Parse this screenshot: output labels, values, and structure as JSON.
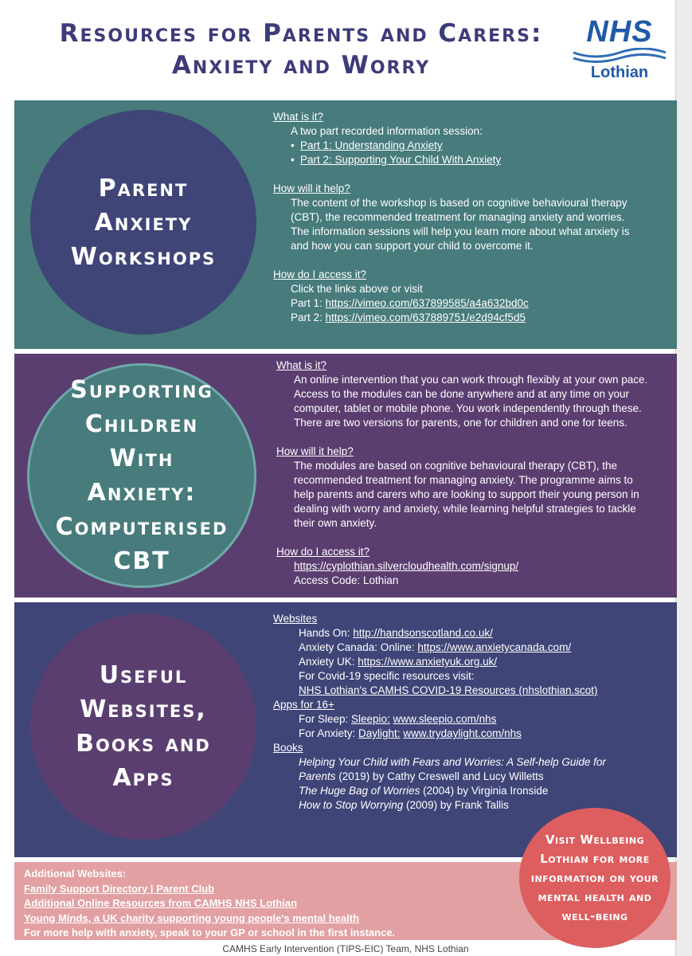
{
  "header": {
    "title_line1": "Resources for Parents and Carers:",
    "title_line2": "Anxiety and Worry",
    "logo_text": "NHS",
    "logo_subtext": "Lothian"
  },
  "section1": {
    "circle_title": "Parent Anxiety Workshops",
    "what_heading": "What is it?",
    "what_text": "A two part recorded information session:",
    "bullets": [
      "Part 1: Understanding Anxiety",
      "Part 2: Supporting Your Child With Anxiety"
    ],
    "help_heading": "How will it help?",
    "help_lines": [
      "The content of the workshop is based on cognitive behavioural therapy",
      "(CBT), the recommended treatment for managing anxiety and worries.",
      "The information sessions will help you learn more about what anxiety is",
      "and how you can support your child to overcome it."
    ],
    "access_heading": "How do I access it?",
    "access_text": "Click the links above or visit",
    "part1_label": "Part 1: ",
    "part1_link": "https://vimeo.com/637899585/a4a632bd0c",
    "part2_label": "Part 2: ",
    "part2_link": "https://vimeo.com/637889751/e2d94cf5d5"
  },
  "section2": {
    "circle_title": "Supporting Children With Anxiety: Computerised CBT",
    "what_heading": "What is it?",
    "what_lines": [
      "An online intervention that you can work through flexibly at your own pace.",
      "Access to the modules can be done anywhere and at any time on your",
      "computer, tablet or mobile phone. You work independently through these.",
      "There are two versions for parents, one for children and one for teens."
    ],
    "help_heading": "How will it help?",
    "help_lines": [
      "The modules are based on cognitive behavioural therapy (CBT), the",
      "recommended treatment for managing anxiety. The programme aims to",
      "help parents and carers who are looking to support their young person in",
      "dealing with worry and anxiety, while learning helpful strategies to tackle",
      "their own anxiety."
    ],
    "access_heading": "How do I access it?",
    "access_link": "https://cyplothian.silvercloudhealth.com/signup/",
    "access_code": "Access Code: Lothian"
  },
  "section3": {
    "circle_title": "Useful Websites, Books and Apps",
    "websites_heading": "Websites",
    "hands_label": "Hands On: ",
    "hands_link": "http://handsonscotland.co.uk/",
    "canada_label": "Anxiety Canada: Online: ",
    "canada_link": "https://www.anxietycanada.com/",
    "uk_label": "Anxiety UK: ",
    "uk_link": "https://www.anxietyuk.org.uk/",
    "covid_text": "For Covid-19 specific resources visit:",
    "covid_link": "NHS Lothian's CAMHS COVID-19 Resources (nhslothian.scot)",
    "apps_heading": "Apps for 16+",
    "sleep_label": "For Sleep: ",
    "sleep_app": "Sleepio:",
    "sleep_link": "www.sleepio.com/nhs",
    "anxiety_label": "For Anxiety: ",
    "anxiety_app": "Daylight:",
    "anxiety_link": "www.trydaylight.com/nhs",
    "books_heading": "Books",
    "book1_title_a": "Helping Your Child with Fears and Worries: A Self-help Guide for",
    "book1_title_b": "Parents",
    "book1_rest": " (2019) by Cathy Creswell and Lucy Willetts",
    "book2_title": "The Huge Bag of Worries",
    "book2_rest": " (2004) by Virginia Ironside",
    "book3_title": "How to Stop Worrying",
    "book3_rest": " (2009) by Frank Tallis"
  },
  "footer": {
    "heading": "Additional Websites:",
    "links": [
      "Family Support Directory | Parent Club",
      "Additional Online Resources from CAMHS NHS Lothian",
      "Young Minds, a UK charity supporting young people's mental health"
    ],
    "note": "For more help with anxiety, speak to your GP or school in the first instance.",
    "visit_text": "Visit Wellbeing Lothian for more information on your mental health and well-being",
    "credits": "CAMHS Early Intervention (TIPS-EIC) Team, NHS Lothian"
  },
  "colors": {
    "teal": "#477b7c",
    "purple": "#5b3e70",
    "navy": "#3f4577",
    "pink": "#e2a0a2",
    "coral": "#dd5e5f",
    "title": "#3c3b7a",
    "nhs_blue": "#1f5aa6"
  }
}
